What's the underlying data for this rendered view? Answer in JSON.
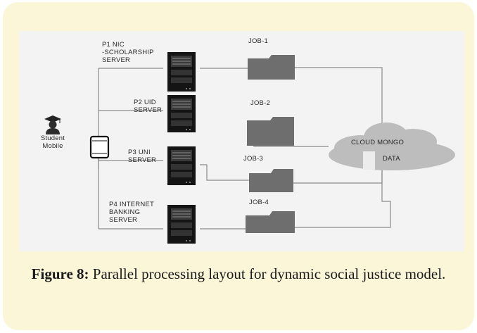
{
  "diagram": {
    "student": {
      "line1": "Student",
      "line2": "Mobile"
    },
    "servers": [
      {
        "lines": [
          "P1  NIC",
          "-SCHOLARSHIP",
          "SERVER"
        ]
      },
      {
        "lines": [
          "P2 UID",
          "SERVER"
        ]
      },
      {
        "lines": [
          "P3 UNI",
          "SERVER"
        ]
      },
      {
        "lines": [
          "P4 INTERNET",
          "BANKING",
          "SERVER"
        ]
      }
    ],
    "jobs": [
      "JOB-1",
      "JOB-2",
      "JOB-3",
      "JOB-4"
    ],
    "cloud": {
      "label": "CLOUD MONGO",
      "data_label": "DATA"
    }
  },
  "caption": {
    "label": "Figure 8:",
    "text": " Parallel processing layout for dynamic social justice model."
  }
}
